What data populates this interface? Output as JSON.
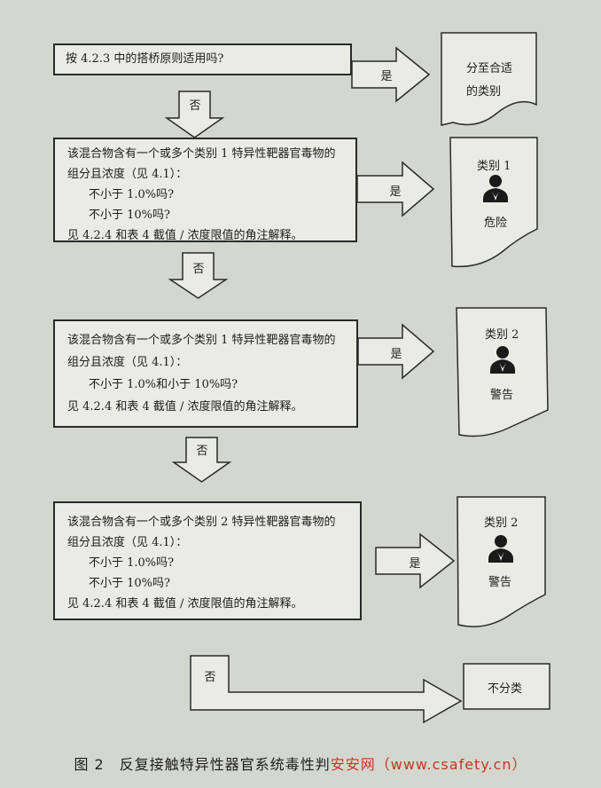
{
  "question1": {
    "text": "按 4.2.3 中的搭桥原则适用吗?"
  },
  "question2": {
    "line1": "该混合物含有一个或多个类别 1 特异性靶器官毒物的",
    "line2": "组分且浓度（见 4.1）：",
    "line3": "不小于 1.0%吗?",
    "line4": "不小于 10%吗?",
    "line5": "见 4.2.4 和表 4 截值 / 浓度限值的角注解释。"
  },
  "question3": {
    "line1": "该混合物含有一个或多个类别 1 特异性靶器官毒物的",
    "line2": "组分且浓度（见 4.1）：",
    "line3": "不小于 1.0%和小于 10%吗?",
    "line4": "见 4.2.4 和表 4 截值 / 浓度限值的角注解释。"
  },
  "question4": {
    "line1": "该混合物含有一个或多个类别 2 特异性靶器官毒物的",
    "line2": "组分且浓度（见 4.1）：",
    "line3": "不小于 1.0%吗?",
    "line4": "不小于 10%吗?",
    "line5": "见 4.2.4 和表 4 截值 / 浓度限值的角注解释。"
  },
  "labels": {
    "yes": "是",
    "no": "否"
  },
  "outcome1": {
    "line1": "分至合适",
    "line2": "的类别"
  },
  "outcome2": {
    "category": "类别 1",
    "signal": "危险",
    "icon": "health-hazard"
  },
  "outcome3": {
    "category": "类别 2",
    "signal": "警告",
    "icon": "health-hazard"
  },
  "outcome4": {
    "category": "类别 2",
    "signal": "警告",
    "icon": "health-hazard"
  },
  "outcome5": {
    "text": "不分类"
  },
  "caption": {
    "text": "图 2　反复接触特异性器官系统毒性判",
    "watermark": "安安网",
    "tail": "（www.csafety.cn）"
  }
}
